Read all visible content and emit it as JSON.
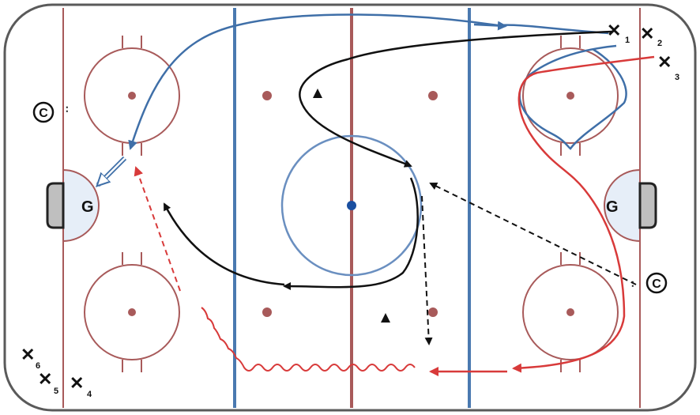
{
  "diagram": {
    "goalie_label": "G",
    "coach_label": "C",
    "skaters": [
      {
        "id": "skater-1",
        "number": "1"
      },
      {
        "id": "skater-2",
        "number": "2"
      },
      {
        "id": "skater-3",
        "number": "3"
      },
      {
        "id": "skater-4",
        "number": "4"
      },
      {
        "id": "skater-5",
        "number": "5"
      },
      {
        "id": "skater-6",
        "number": "6"
      }
    ],
    "colors": {
      "boards": "#5a5a5a",
      "goal_line": "#a85a5a",
      "blue_line": "#4a79b0",
      "center_line": "#a85a5a",
      "faceoff_circle": "#a85a5a",
      "center_circle": "#6a8fc0",
      "center_dot": "#1a4fa0",
      "crease_fill": "#e6eef8",
      "path_black": "#111111",
      "path_blue": "#3f6fa8",
      "path_red": "#d83a3a"
    }
  }
}
